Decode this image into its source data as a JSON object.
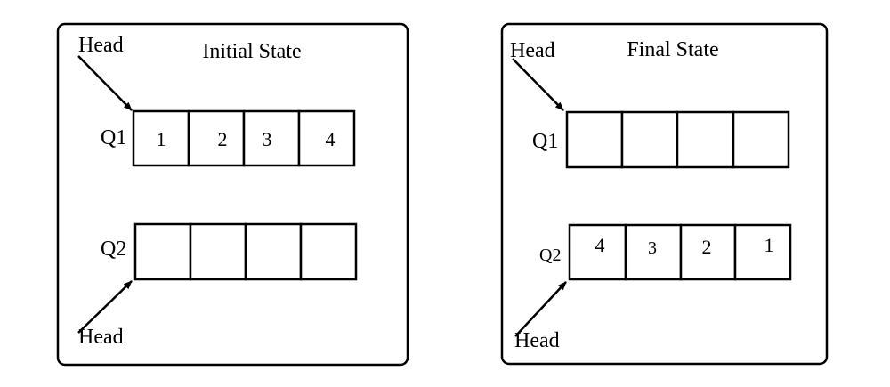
{
  "panels": [
    {
      "title": "Initial State",
      "head_top_label": "Head",
      "head_bottom_label": "Head",
      "queues": [
        {
          "label": "Q1",
          "cells": [
            "1",
            "2",
            "3",
            "4"
          ]
        },
        {
          "label": "Q2",
          "cells": [
            "",
            "",
            "",
            ""
          ]
        }
      ]
    },
    {
      "title": "Final State",
      "head_top_label": "Head",
      "head_bottom_label": "Head",
      "queues": [
        {
          "label": "Q1",
          "cells": [
            "",
            "",
            "",
            ""
          ]
        },
        {
          "label": "Q2",
          "cells": [
            "4",
            "3",
            "2",
            "1"
          ]
        }
      ]
    }
  ]
}
